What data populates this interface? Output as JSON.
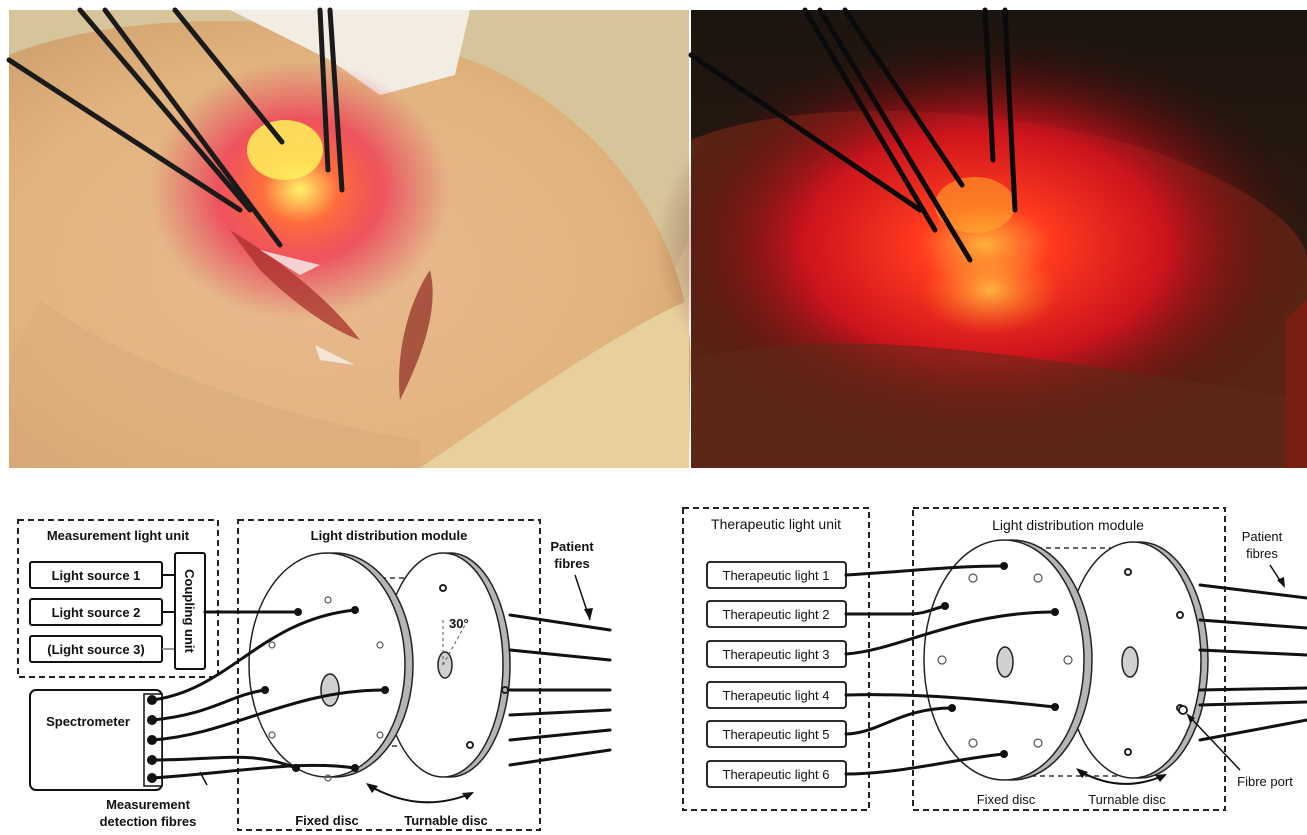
{
  "left_diagram": {
    "measurement_unit_title": "Measurement light unit",
    "light_sources": [
      "Light source 1",
      "Light source 2",
      "(Light source 3)"
    ],
    "coupling_unit": "Coupling unit",
    "distribution_title": "Light distribution module",
    "spectrometer": "Spectrometer",
    "detection_line1": "Measurement",
    "detection_line2": "detection fibres",
    "patient_line1": "Patient",
    "patient_line2": "fibres",
    "angle": "30°",
    "fixed_disc": "Fixed disc",
    "turnable_disc": "Turnable disc"
  },
  "right_diagram": {
    "therapeutic_unit_title": "Therapeutic light unit",
    "therapeutic_lights": [
      "Therapeutic light 1",
      "Therapeutic light 2",
      "Therapeutic light 3",
      "Therapeutic light 4",
      "Therapeutic light 5",
      "Therapeutic light 6"
    ],
    "distribution_title": "Light distribution module",
    "patient_line1": "Patient",
    "patient_line2": "fibres",
    "fibre_port": "Fibre port",
    "fixed_disc": "Fixed disc",
    "turnable_disc": "Turnable disc"
  }
}
